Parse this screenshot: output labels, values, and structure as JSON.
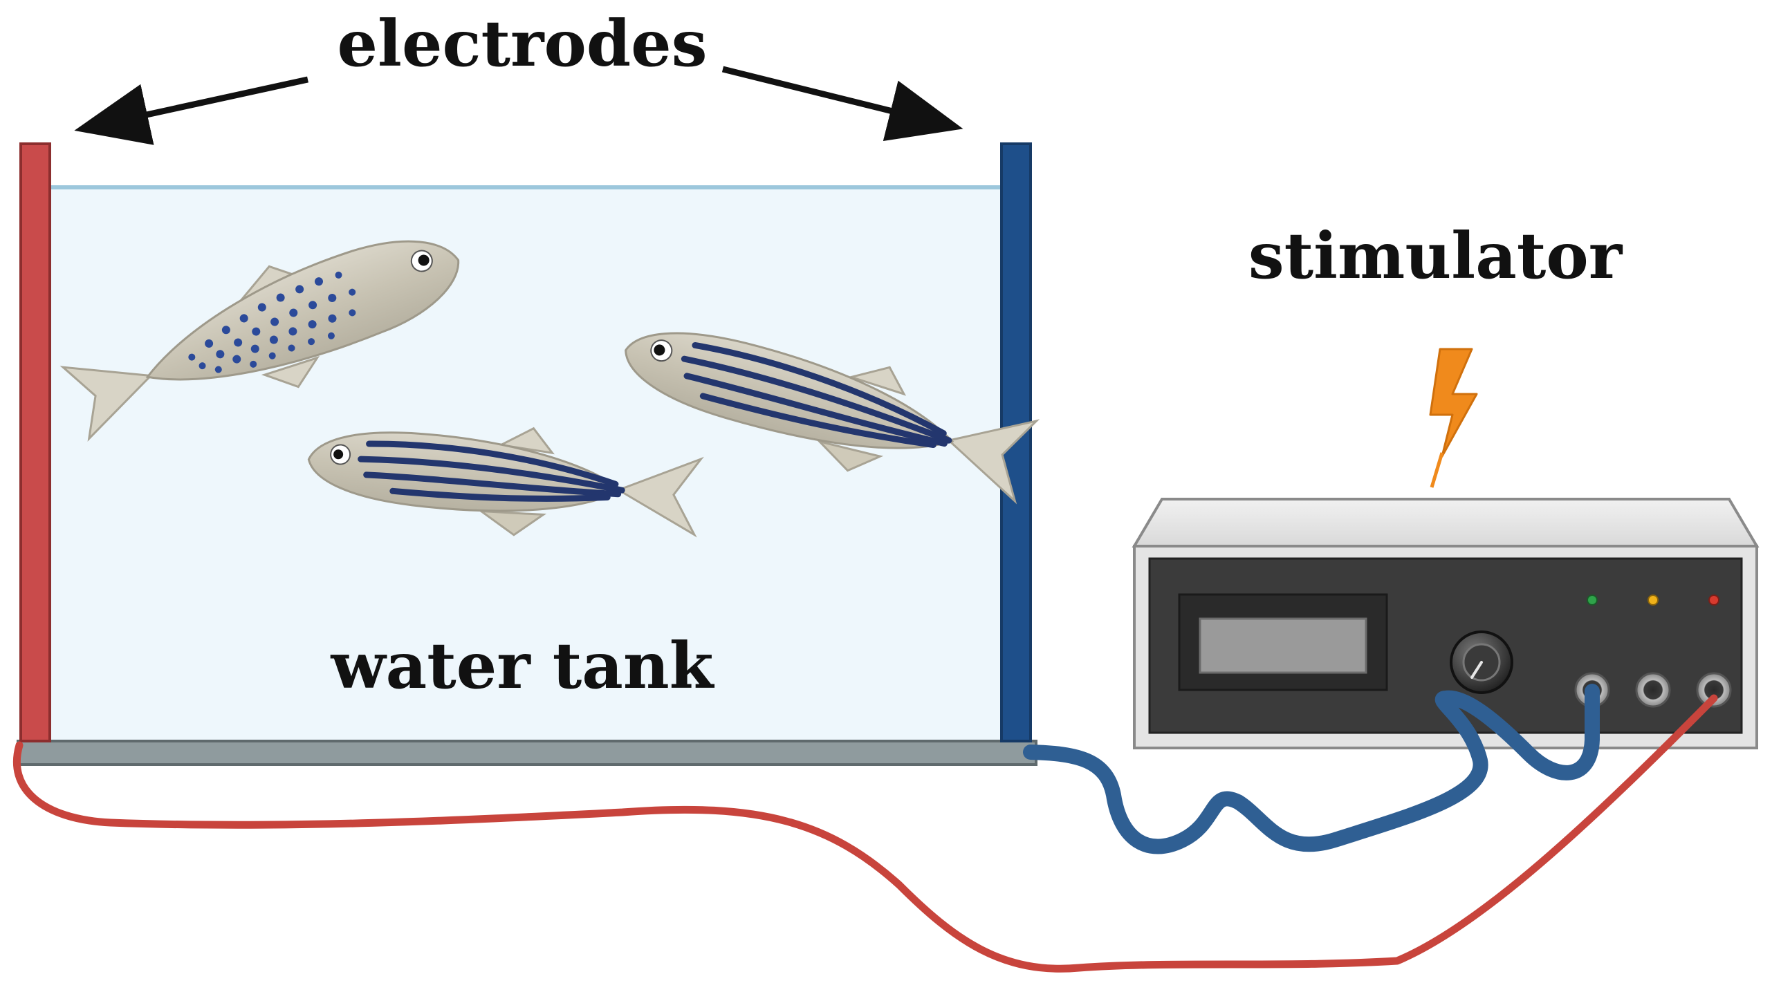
{
  "labels": {
    "electrodes": "electrodes",
    "stimulator": "stimulator",
    "water_tank": "water tank"
  },
  "icons": {
    "lightning": "lightning-bolt-icon",
    "knob": "knob-icon"
  },
  "colors": {
    "anode_electrode": "#c94b4b",
    "cathode_electrode": "#1e4f8a",
    "water": "#eef7fc",
    "water_surface": "#9cc7dc",
    "tank_base": "#8f9b9e",
    "red_wire": "#c8443c",
    "blue_wire": "#2f5f93",
    "stimulator_case": "#e7e7e7",
    "stimulator_panel": "#3b3b3b",
    "display": "#9a9a9a",
    "lightning": "#f08a1c",
    "led_green": "#2fa34a",
    "led_yellow": "#f0b21a",
    "led_red": "#d83a2e"
  }
}
